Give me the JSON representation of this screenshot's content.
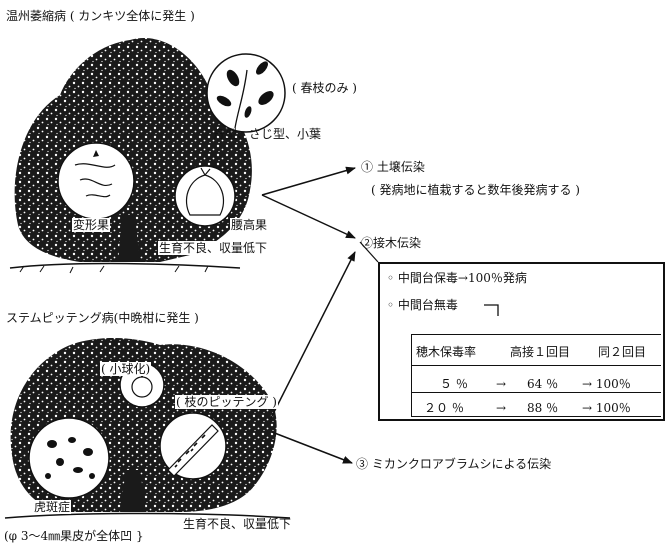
{
  "citrus_tristeza": {
    "title": "温州萎縮病 ( カンキツ全体に発生 )",
    "spring_shoots": "( 春枝のみ )",
    "leaf_shapes": "舟型、さじ型、小葉",
    "deformed_fruit": "変形果",
    "high_waist_fruit": "腰高果",
    "symptom": "生育不良、収量低下"
  },
  "stem_pitting": {
    "title": "ステムピッテング病(中晩柑に発生 )",
    "small_fruit": "( 小球化)",
    "branch_pitting": "( 枝のピッテング )",
    "spot_disease": "虎斑症",
    "symptom": "生育不良、収量低下",
    "note": "(φ 3～4㎜果皮が全体凹 }"
  },
  "transmission": {
    "soil": "① 土壌伝染",
    "soil_note": "( 発病地に植栽すると数年後発病する )",
    "graft": "②接木伝染",
    "aphid": "③ ミカンクロアブラムシによる伝染"
  },
  "graft_box": {
    "line1": "◦ 中間台保毒→100％発病",
    "line2": "◦ 中間台無毒",
    "table": {
      "headers": [
        "穂木保毒率",
        "高接１回目",
        "同２回目"
      ],
      "rows": [
        [
          "５ ％",
          "→",
          "64 ％",
          "→ 100％"
        ],
        [
          "２０ ％",
          "→",
          "88 ％",
          "→ 100％"
        ]
      ]
    }
  }
}
